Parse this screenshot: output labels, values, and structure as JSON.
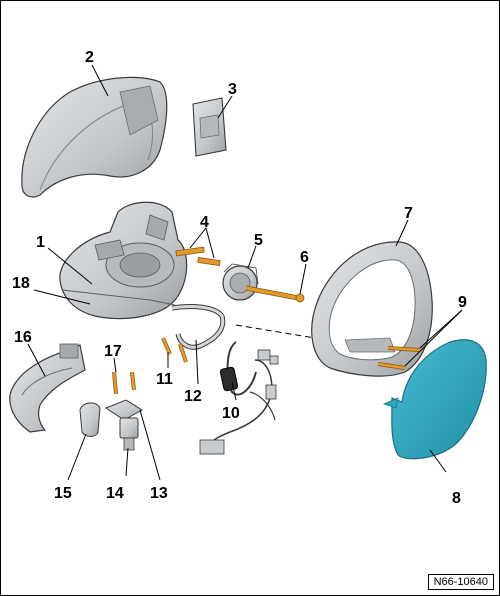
{
  "figure": {
    "reference_code": "N66-10640",
    "callouts": [
      {
        "id": "1",
        "label": "1"
      },
      {
        "id": "2",
        "label": "2"
      },
      {
        "id": "3",
        "label": "3"
      },
      {
        "id": "4",
        "label": "4"
      },
      {
        "id": "5",
        "label": "5"
      },
      {
        "id": "6",
        "label": "6"
      },
      {
        "id": "7",
        "label": "7"
      },
      {
        "id": "8",
        "label": "8"
      },
      {
        "id": "9",
        "label": "9"
      },
      {
        "id": "10",
        "label": "10"
      },
      {
        "id": "11",
        "label": "11"
      },
      {
        "id": "12",
        "label": "12"
      },
      {
        "id": "13",
        "label": "13"
      },
      {
        "id": "14",
        "label": "14"
      },
      {
        "id": "15",
        "label": "15"
      },
      {
        "id": "16",
        "label": "16"
      },
      {
        "id": "17",
        "label": "17"
      },
      {
        "id": "18",
        "label": "18"
      }
    ]
  },
  "colors": {
    "part_grey": "#c9ccce",
    "part_dark": "#8e9296",
    "screw_orange": "#e39a2a",
    "mirror_glass": "#2ea6be",
    "outline": "#3a3a3a"
  }
}
